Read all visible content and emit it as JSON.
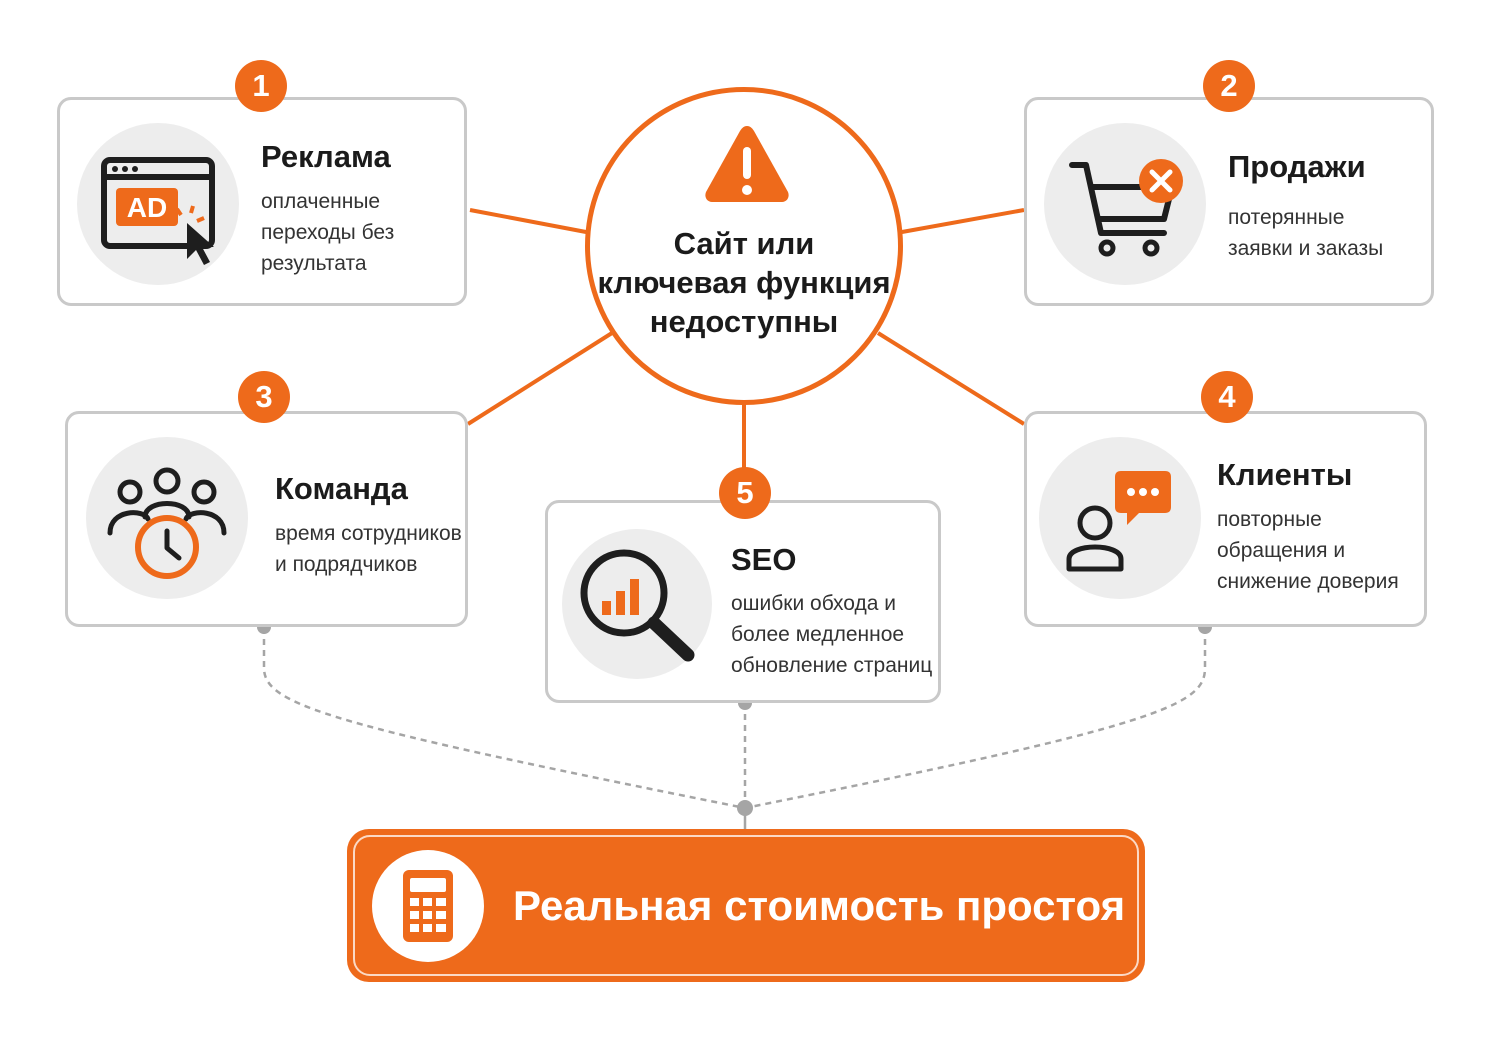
{
  "center": {
    "lines": [
      "Сайт или",
      "ключевая функция",
      "недоступны"
    ],
    "icon": "warning-icon"
  },
  "cards": [
    {
      "badge": "1",
      "title": "Реклама",
      "desc": [
        "оплаченные",
        "переходы без",
        "результата"
      ],
      "icon": "ad-click-icon"
    },
    {
      "badge": "2",
      "title": "Продажи",
      "desc": [
        "потерянные",
        "заявки и заказы"
      ],
      "icon": "cart-cancel-icon"
    },
    {
      "badge": "3",
      "title": "Команда",
      "desc": [
        "время сотрудников",
        "и подрядчиков"
      ],
      "icon": "team-time-icon"
    },
    {
      "badge": "4",
      "title": "Клиенты",
      "desc": [
        "повторные",
        "обращения и",
        "снижение доверия"
      ],
      "icon": "client-chat-icon"
    },
    {
      "badge": "5",
      "title": "SEO",
      "desc": [
        "ошибки обхода и",
        "более медленное",
        "обновление страниц"
      ],
      "icon": "seo-search-icon"
    }
  ],
  "footer": {
    "label": "Реальная стоимость простоя",
    "icon": "calculator-icon"
  },
  "colors": {
    "accent": "#ee6a1b",
    "border": "#c9c9c9",
    "icon_bg": "#ededed",
    "text": "#1b1b1b",
    "connector": "#a5a5a5"
  }
}
